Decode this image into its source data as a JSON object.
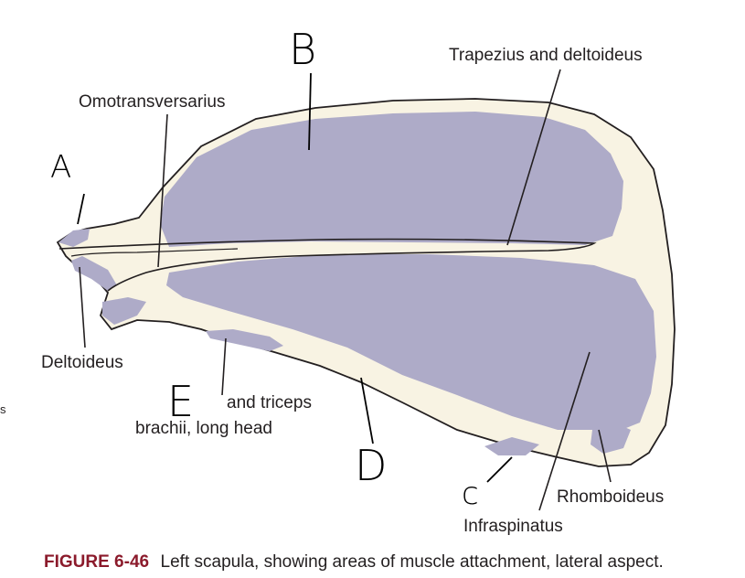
{
  "labels": {
    "omotransversarius": "Omotransversarius",
    "trapezius_deltoideus": "Trapezius and deltoideus",
    "deltoideus": "Deltoideus",
    "triceps_line1": "and triceps",
    "triceps_line2": "brachii, long head",
    "rhomboideus": "Rhomboideus",
    "infraspinatus": "Infraspinatus"
  },
  "handwritten": {
    "a": "A",
    "b": "B",
    "c": "c",
    "d": "D",
    "e": "E"
  },
  "stray_text": "s",
  "caption": {
    "figure": "FIGURE 6-46",
    "text": "Left scapula, showing areas of muscle attachment, lateral aspect."
  },
  "colors": {
    "bone": "#f8f3e3",
    "muscle_area": "#aeabc8",
    "outline": "#231f20",
    "caption_accent": "#8b1a2b"
  }
}
